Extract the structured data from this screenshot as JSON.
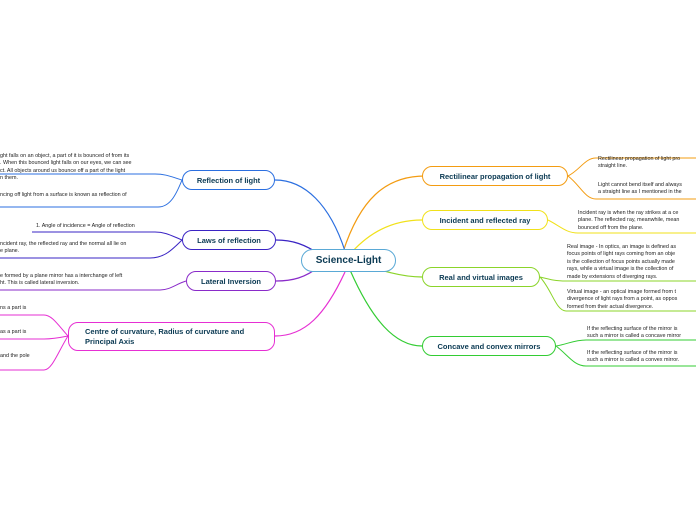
{
  "root": {
    "label": "Science-Light"
  },
  "branches": {
    "rectilinear": {
      "label": "Rectilinear propagation of light",
      "color": "#f39c12",
      "notes": [
        [
          "Rectilinear propagation of light pro",
          "straight line."
        ],
        [
          "Light cannot bend itself and always",
          "a straight line as I mentioned in the"
        ]
      ]
    },
    "incident": {
      "label": "Incident and reflected ray",
      "color": "#f1e11a",
      "notes": [
        [
          "Incident ray is when the ray strikes at a ce",
          "plane. The reflected ray, meanwhile, mean",
          "bounced off from the plane."
        ]
      ]
    },
    "real_virtual": {
      "label": "Real and virtual images",
      "color": "#8bd42a",
      "notes": [
        [
          "Real image - In optics, an image is defined as",
          "focus points of light rays coming from an obje",
          "is the collection of focus points actually made",
          "rays, while a virtual image is the collection of",
          "made by extensions of diverging rays."
        ],
        [
          "Virtual image - an optical image formed from t",
          "divergence of light rays from a point, as oppos",
          "formed from their actual divergence."
        ]
      ]
    },
    "concave_convex": {
      "label": "Concave and convex mirrors",
      "color": "#33cc33",
      "notes": [
        [
          "If the reflecting surface of the mirror is",
          "such a mirror is called a concave mirror"
        ],
        [
          "If the reflecting surface of the mirror is",
          "such a mirror is called a convex mirror."
        ]
      ]
    },
    "reflection": {
      "label": "Reflection of light",
      "color": "#2b6fe0",
      "notes": [
        [
          "ght falls on an object, a part of it is bounced of from its",
          ". When this bounced light falls on our eyes, we can see",
          "ct. All objects around us bounce off a part of the light",
          "n them."
        ],
        [
          "ncing off light from a surface is known as reflection of"
        ]
      ]
    },
    "laws": {
      "label": "Laws of reflection",
      "color": "#3a24c4",
      "notes": [
        [
          "1. Angle of incidence = Angle of reflection"
        ],
        [
          "ncident ray, the reflected ray and the normal all lie on",
          "e plane."
        ]
      ]
    },
    "lateral": {
      "label": "Lateral Inversion",
      "color": "#8a2bc9",
      "notes": [
        [
          "e formed by a plane mirror has a interchange of left",
          "ht. This is called lateral inversion."
        ]
      ]
    },
    "centre": {
      "label": "Centre of curvature, Radius of curvature and Principal Axis",
      "color": "#e62fd3",
      "notes": [
        [
          "ns a part is"
        ],
        [
          "as a part is"
        ],
        [
          "and the pole"
        ]
      ]
    }
  }
}
